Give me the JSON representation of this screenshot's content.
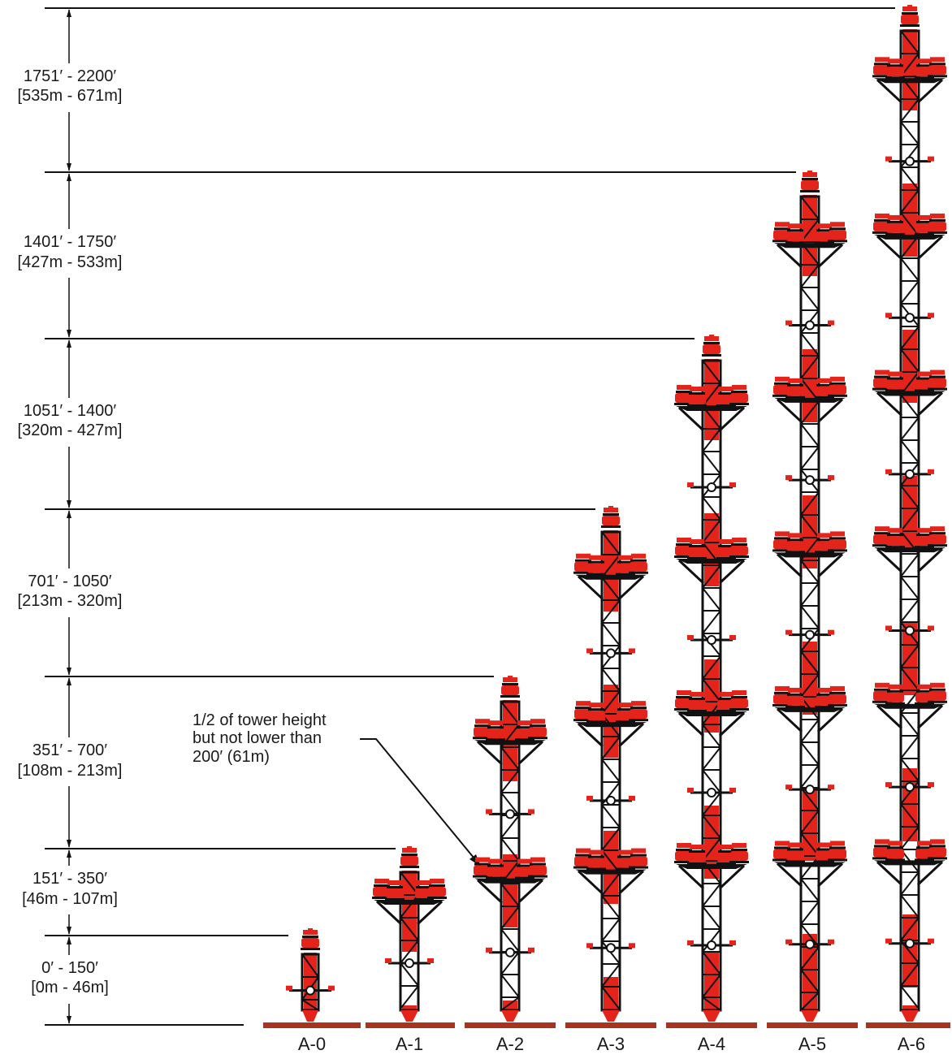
{
  "colors": {
    "red": "#e4241b",
    "black": "#111111",
    "white": "#ffffff",
    "ground": "#a8331f",
    "line": "#111111"
  },
  "height_bands": [
    {
      "feet": "1751′ - 2200′",
      "meters": "[535m - 671m]"
    },
    {
      "feet": "1401′ - 1750′",
      "meters": "[427m - 533m]"
    },
    {
      "feet": "1051′ - 1400′",
      "meters": "[320m - 427m]"
    },
    {
      "feet": "701′ - 1050′",
      "meters": "[213m - 320m]"
    },
    {
      "feet": "351′ - 700′",
      "meters": "[108m - 213m]"
    },
    {
      "feet": "151′ - 350′",
      "meters": "[46m - 107m]"
    },
    {
      "feet": "0′ - 150′",
      "meters": "[0m - 46m]"
    }
  ],
  "callout": {
    "line1": "1/2 of tower height",
    "line2": "but not lower than",
    "line3": "200′ (61m)"
  },
  "towers": [
    {
      "label": "A-0"
    },
    {
      "label": "A-1"
    },
    {
      "label": "A-2"
    },
    {
      "label": "A-3"
    },
    {
      "label": "A-4"
    },
    {
      "label": "A-5"
    },
    {
      "label": "A-6"
    }
  ]
}
